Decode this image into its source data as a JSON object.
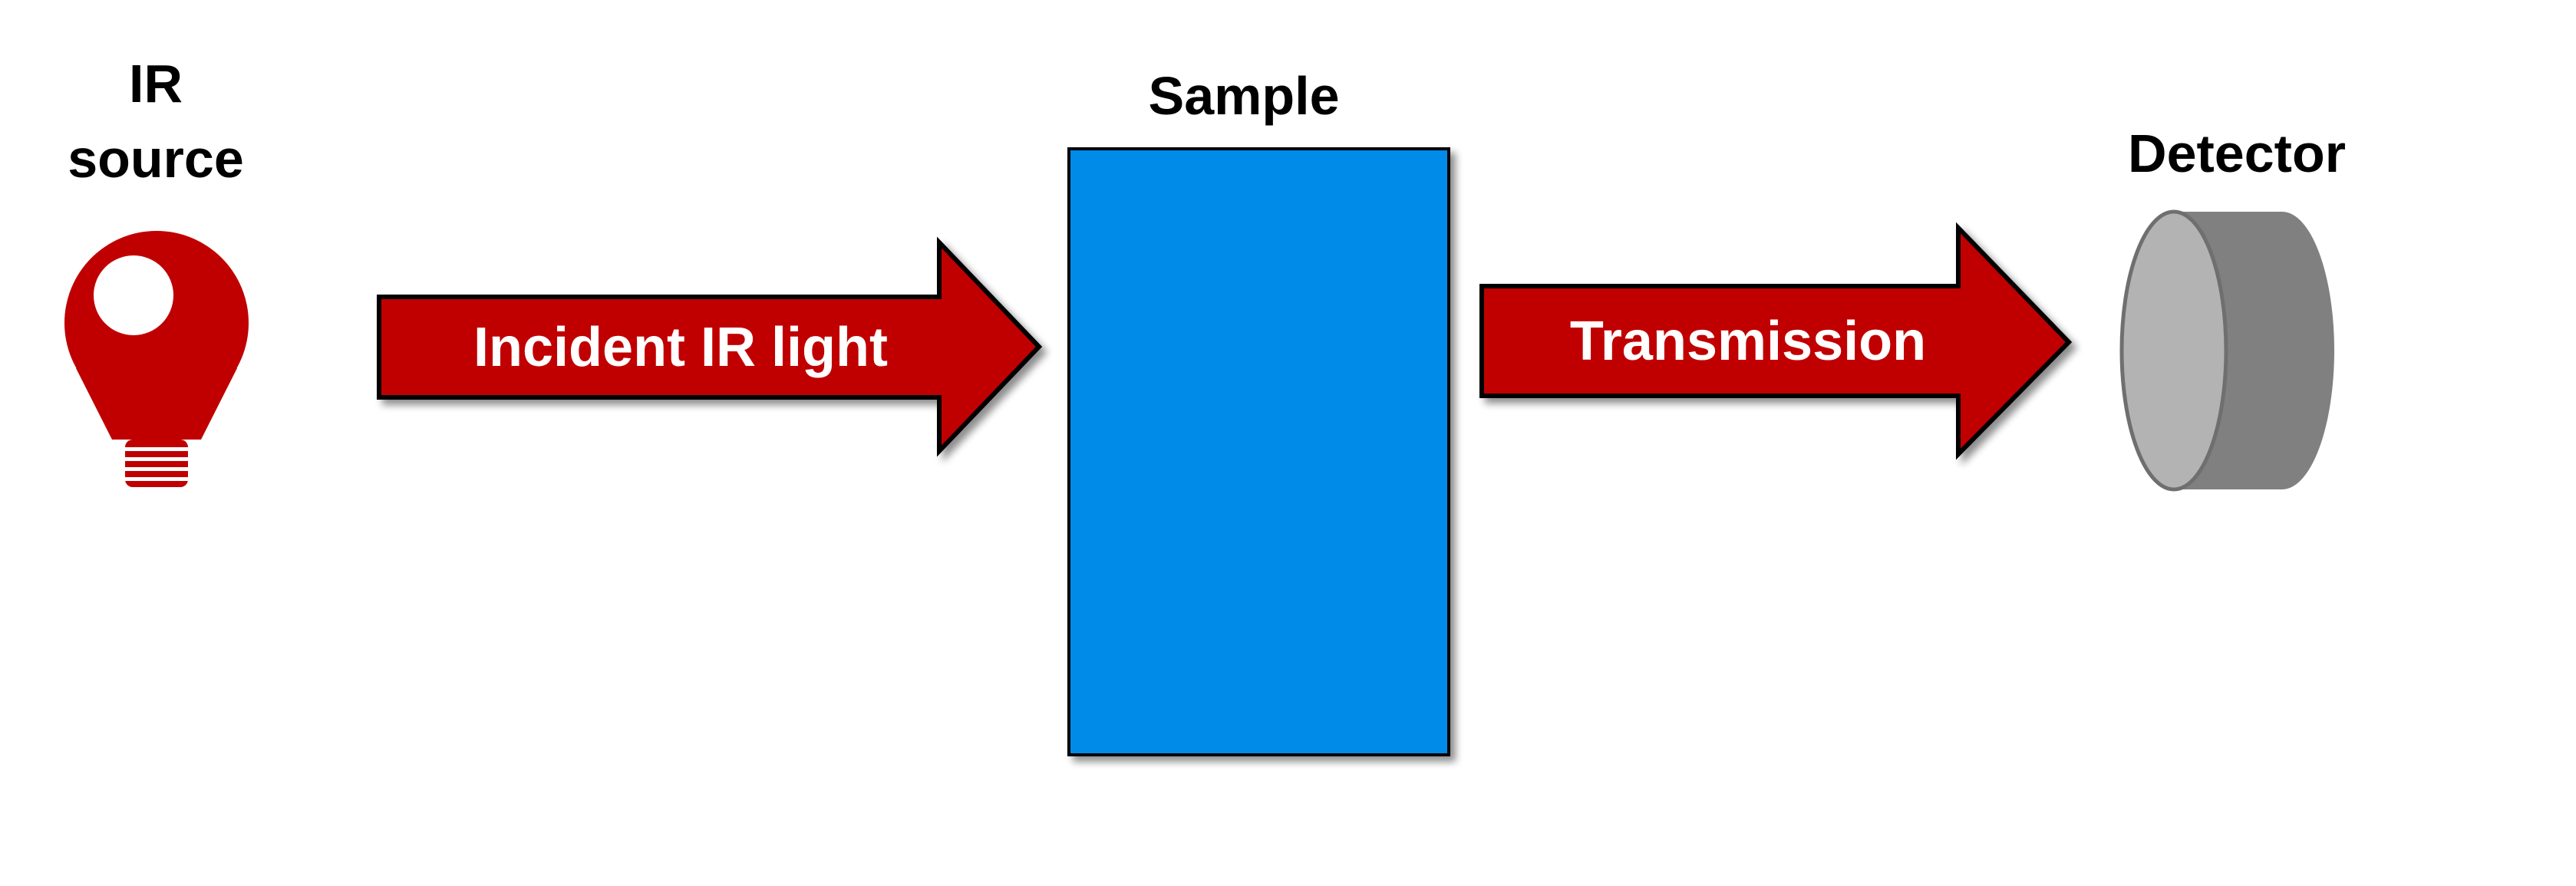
{
  "diagram": {
    "source": {
      "label_line1": "IR",
      "label_line2": "source",
      "icon": "lightbulb-icon",
      "color": "#c00000"
    },
    "incident_arrow": {
      "label": "Incident IR light",
      "color": "#c00000"
    },
    "sample": {
      "label": "Sample",
      "color": "#008be8"
    },
    "transmission_arrow": {
      "label": "Transmission",
      "color": "#c00000"
    },
    "detector": {
      "label": "Detector",
      "icon": "detector-cylinder-icon",
      "face_color": "#b3b3b3",
      "body_color": "#808080"
    }
  }
}
